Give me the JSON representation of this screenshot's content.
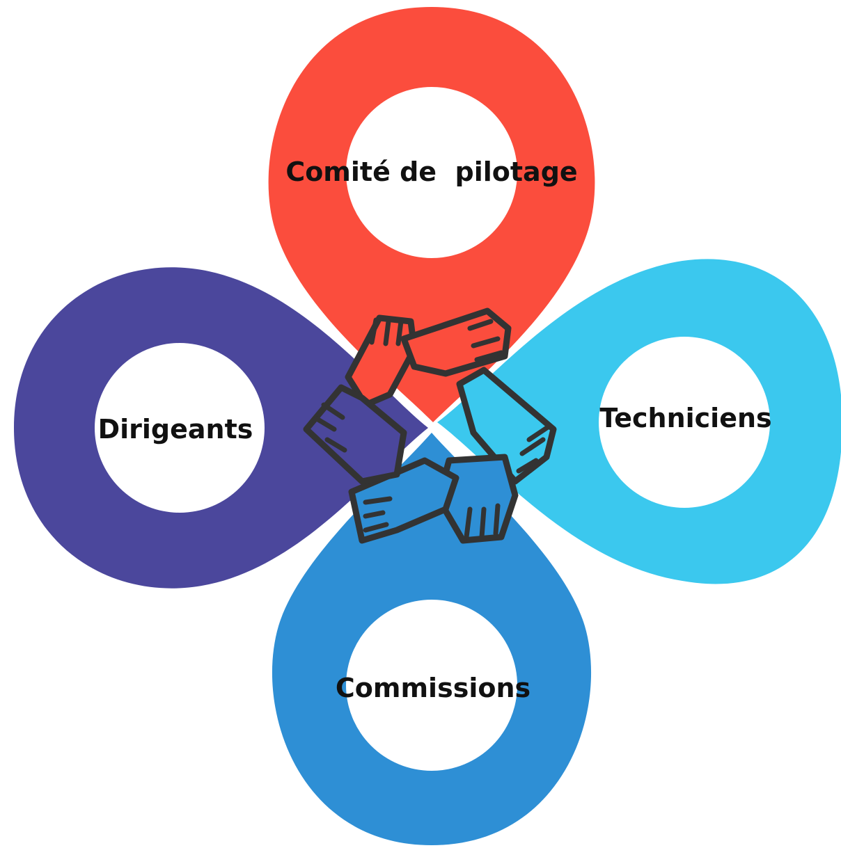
{
  "petals": [
    {
      "id": "top",
      "label": "Comité de  pilotage",
      "color": "#FB4D3D"
    },
    {
      "id": "right",
      "label": "Techniciens",
      "color": "#3BC8EE"
    },
    {
      "id": "bottom",
      "label": "Commissions",
      "color": "#2E8FD5"
    },
    {
      "id": "left",
      "label": "Dirigeants",
      "color": "#4B479C"
    }
  ],
  "center_icon": "hands-circle-icon",
  "colors": {
    "outline": "#333333",
    "background": "#FFFFFF"
  }
}
